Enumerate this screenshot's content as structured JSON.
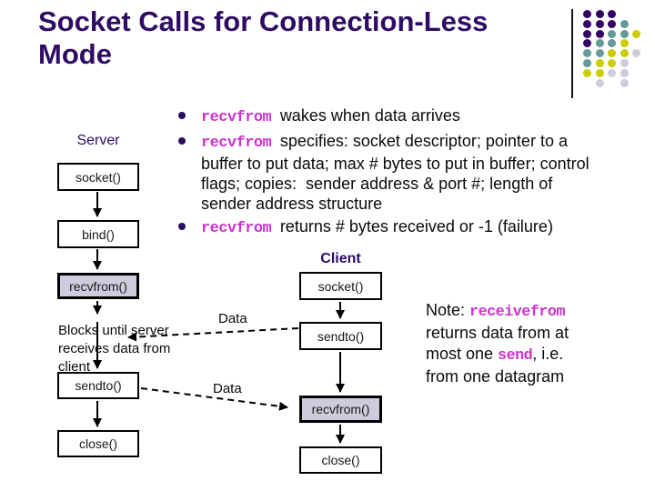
{
  "slide": {
    "title_lines": [
      "Socket Calls for Connection-Less",
      "Mode"
    ]
  },
  "bullets": [
    {
      "segments": [
        {
          "t": "recvfrom ",
          "m": true
        },
        {
          "t": "wakes when data arrives"
        }
      ]
    },
    {
      "segments": [
        {
          "t": "recvfrom ",
          "m": true
        },
        {
          "t": "specifies: socket descriptor; pointer to a"
        },
        {
          "br": true
        },
        {
          "t": "buffer to put data; max # bytes to put in buffer; control"
        },
        {
          "br": true
        },
        {
          "t": "flags; copies:  sender address & port #; length of"
        },
        {
          "br": true
        },
        {
          "t": "sender address structure"
        }
      ]
    },
    {
      "segments": [
        {
          "t": "recvfrom ",
          "m": true
        },
        {
          "t": "returns # bytes received or -1 (failure)"
        }
      ]
    }
  ],
  "server": {
    "label": "Server",
    "boxes": {
      "socket": "socket()",
      "bind": "bind()",
      "recvfrom": "recvfrom()",
      "sendto": "sendto()",
      "close": "close()"
    },
    "blocks_segments": [
      {
        "t": "Blocks until server"
      },
      {
        "br": true
      },
      {
        "t": "receives data from"
      },
      {
        "br": true
      },
      {
        "t": "client"
      }
    ]
  },
  "client": {
    "label": "Client",
    "boxes": {
      "socket": "socket()",
      "sendto": "sendto()",
      "recvfrom": "recvfrom()",
      "close": "close()"
    }
  },
  "arrows": {
    "data_labels": [
      "Data",
      "Data"
    ]
  },
  "note": {
    "segments": [
      {
        "t": "Note: "
      },
      {
        "t": "receivefrom",
        "m": true
      },
      {
        "br": true
      },
      {
        "t": "returns data from at"
      },
      {
        "br": true
      },
      {
        "t": "most one "
      },
      {
        "t": "send",
        "m": true
      },
      {
        "t": ", i.e."
      },
      {
        "br": true
      },
      {
        "t": "from one datagram"
      }
    ]
  },
  "colors": {
    "title": "#2e0c63",
    "code_accent": "#cc33cc",
    "box_highlight_fill": "#ccccdd",
    "box_border": "#000000",
    "dot_palette": {
      "P": "#330066",
      "T": "#669999",
      "Y": "#cccc00",
      "G": "#ccccdd"
    }
  },
  "decor": {
    "dot_rows": [
      "PPP",
      "PPPT",
      "PPTTY",
      "PTTY",
      "TTYYG",
      "TYYG",
      "YYGG",
      ".G.G"
    ]
  }
}
